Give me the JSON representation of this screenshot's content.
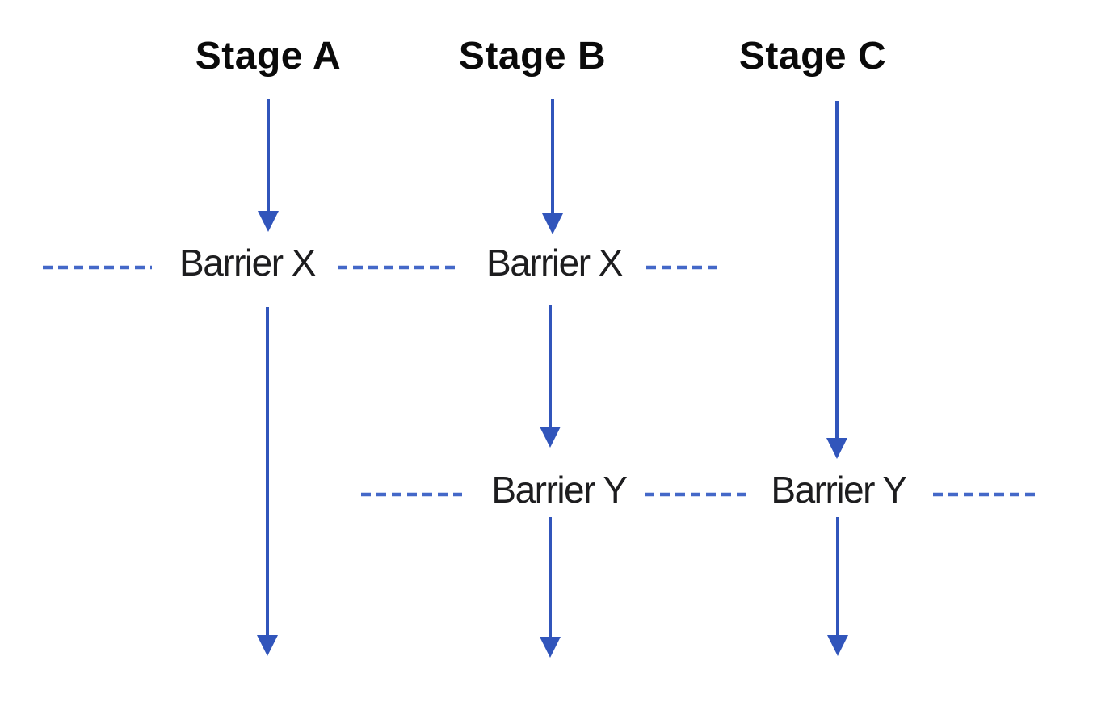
{
  "stages": [
    {
      "label": "Stage A"
    },
    {
      "label": "Stage B"
    },
    {
      "label": "Stage C"
    }
  ],
  "barrier_labels": [
    {
      "label": "Barrier X"
    },
    {
      "label": "Barrier X"
    },
    {
      "label": "Barrier Y"
    },
    {
      "label": "Barrier Y"
    }
  ],
  "colors": {
    "arrow": "#3155bb",
    "dash": "#4468c8",
    "stage_text": "#0a0a0a",
    "barrier_text": "#1d1d1f",
    "background": "#ffffff"
  }
}
